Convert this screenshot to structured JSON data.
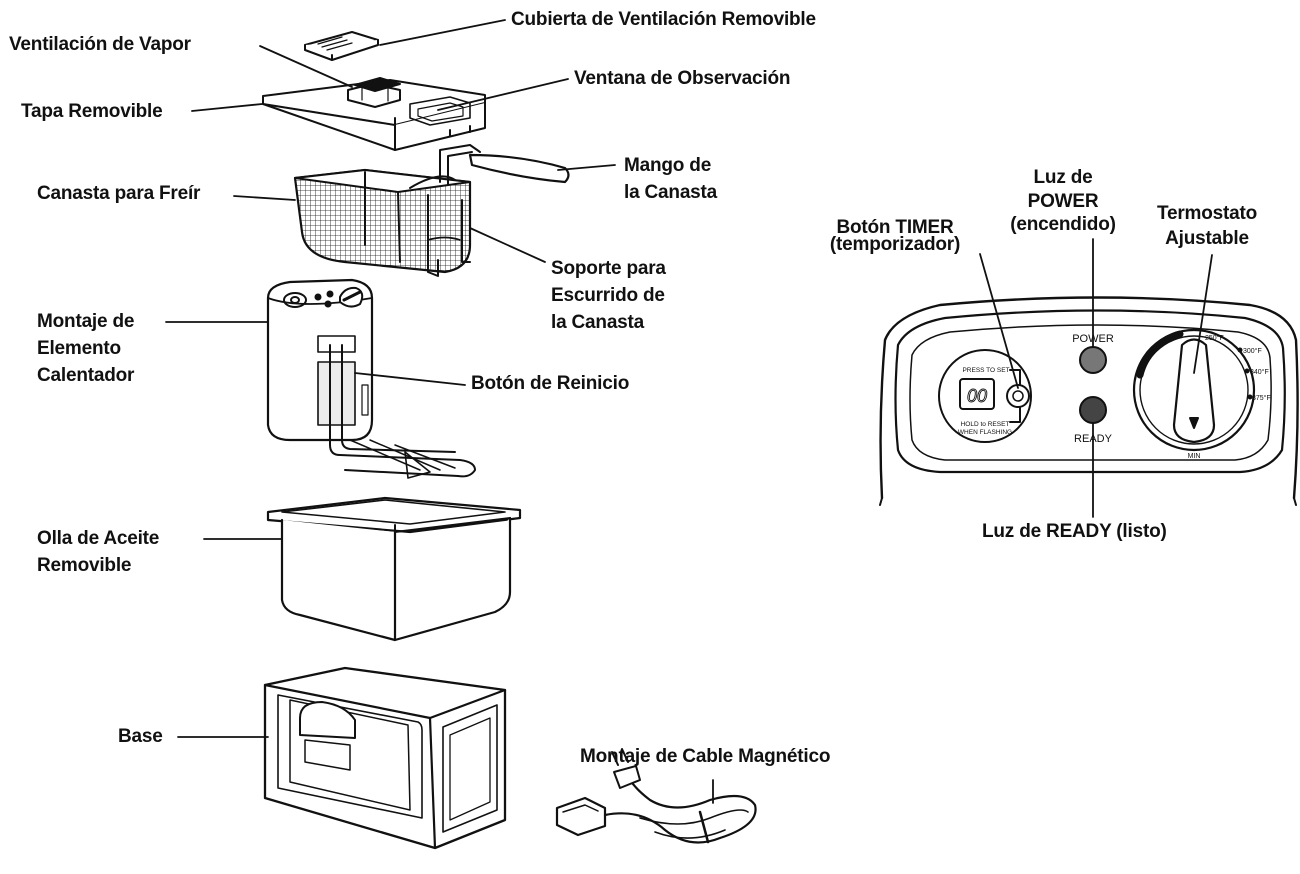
{
  "labels": {
    "cubierta": "Cubierta de Ventilación Removible",
    "vapor": "Ventilación de Vapor",
    "tapa": "Tapa Removible",
    "ventana": "Ventana de Observación",
    "mango_1": "Mango de",
    "mango_2": "la Canasta",
    "canasta": "Canasta para Freír",
    "soporte_1": "Soporte para",
    "soporte_2": "Escurrido de",
    "soporte_3": "la Canasta",
    "montaje_1": "Montaje de",
    "montaje_2": "Elemento",
    "montaje_3": "Calentador",
    "reinicio": "Botón de Reinicio",
    "olla_1": "Olla de Aceite",
    "olla_2": "Removible",
    "base": "Base",
    "cable": "Montaje de Cable Magnético",
    "timer_1": "Botón TIMER",
    "timer_2": "(temporizador)",
    "power_1": "Luz de",
    "power_2": "POWER",
    "power_3": "(encendido)",
    "termo_1": "Termostato",
    "termo_2": "Ajustable",
    "ready": "Luz de READY (listo)"
  },
  "panel": {
    "power": "POWER",
    "ready": "READY",
    "press": "PRESS TO SET",
    "hold": "HOLD to RESET",
    "flash": "WHEN FLASHING",
    "digits": "00",
    "t1": "250°F",
    "t2": "300°F",
    "t3": "340°F",
    "t4": "375°F",
    "min": "MIN"
  }
}
